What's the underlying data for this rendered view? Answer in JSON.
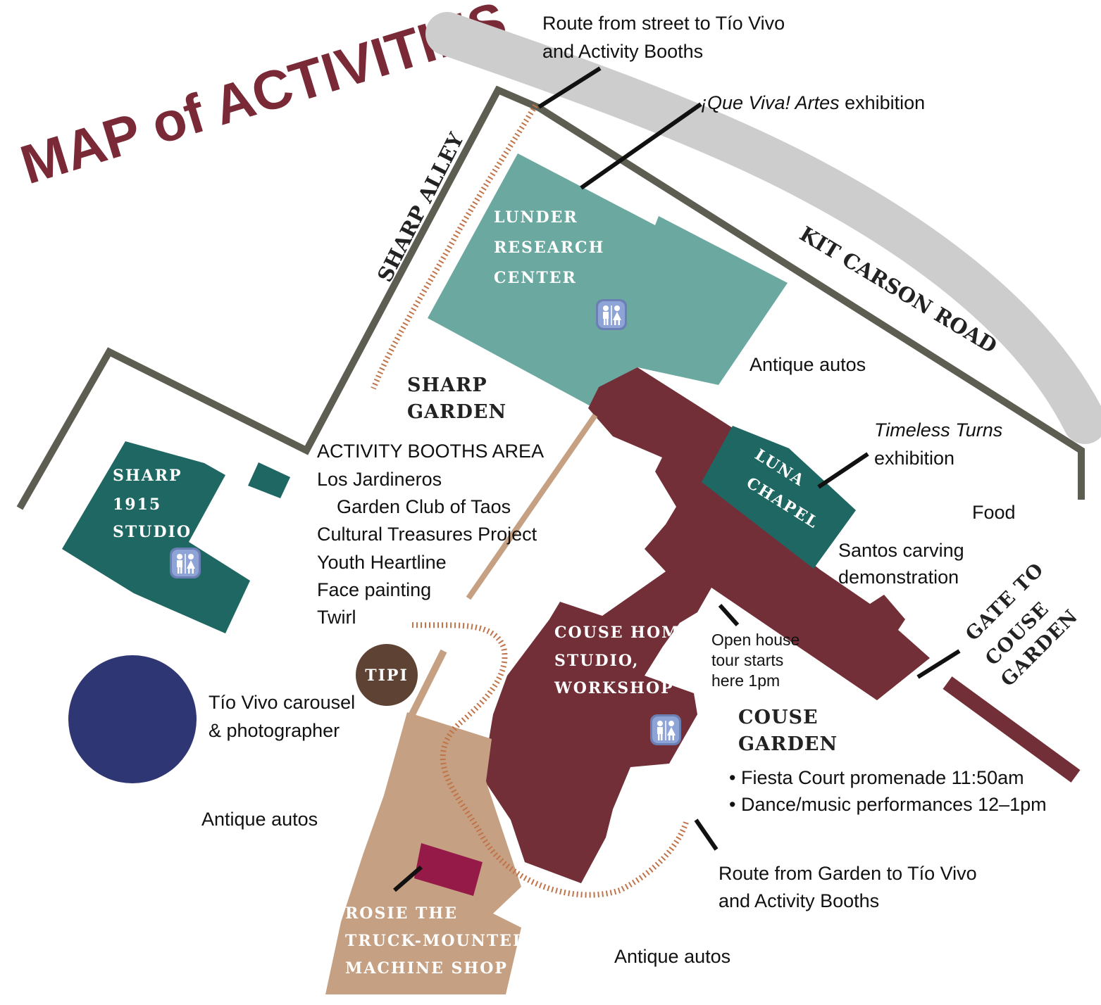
{
  "title": "MAP of ACTIVITIES",
  "colors": {
    "title": "#7a2a36",
    "road": "#cdcdcd",
    "wall": "#5e5d52",
    "lunder": "#6aa8a0",
    "dark_teal": "#1f6762",
    "couse": "#722f37",
    "tan": "#c6a082",
    "tipi": "#5e4233",
    "carousel": "#2e3773",
    "rosie": "#951a48",
    "route": "#c07348"
  },
  "streets": {
    "kit_carson": "KIT CARSON ROAD",
    "sharp_alley": "SHARP ALLEY"
  },
  "buildings": {
    "lunder": [
      "LUNDER",
      "RESEARCH",
      "CENTER"
    ],
    "luna": [
      "LUNA",
      "CHAPEL"
    ],
    "sharp_studio": [
      "SHARP",
      "1915",
      "STUDIO"
    ],
    "couse": [
      "COUSE HOME,",
      "STUDIO,",
      "WORKSHOP"
    ],
    "tipi": "TIPI",
    "rosie": [
      "ROSIE THE",
      "TRUCK-MOUNTED",
      "MACHINE SHOP"
    ]
  },
  "areas": {
    "sharp_garden": [
      "SHARP",
      "GARDEN"
    ],
    "couse_garden": [
      "COUSE",
      "GARDEN"
    ],
    "gate": [
      "GATE TO",
      "COUSE",
      "GARDEN"
    ]
  },
  "labels": {
    "route_street": [
      "Route from street to Tío Vivo",
      "and Activity Booths"
    ],
    "que_viva_italic": "¡Que Viva! Artes",
    "que_viva_rest": " exhibition",
    "antique_autos": "Antique autos",
    "timeless_italic": "Timeless Turns",
    "timeless_rest": "exhibition",
    "food": "Food",
    "santos": [
      "Santos carving",
      "demonstration"
    ],
    "open_house": [
      "Open house",
      "tour starts",
      "here 1pm"
    ],
    "activity_booths": [
      "ACTIVITY BOOTHS AREA",
      "Los Jardineros",
      "Garden Club of Taos",
      "Cultural Treasures Project",
      "Youth Heartline",
      "Face painting",
      "Twirl"
    ],
    "tio_vivo": [
      "Tío Vivo carousel",
      "& photographer"
    ],
    "couse_events": [
      "• Fiesta Court promenade 11:50am",
      "• Dance/music performances 12–1pm"
    ],
    "route_garden": [
      "Route from Garden to Tío Vivo",
      "and Activity Booths"
    ]
  },
  "icons": [
    "restroom-icon"
  ]
}
